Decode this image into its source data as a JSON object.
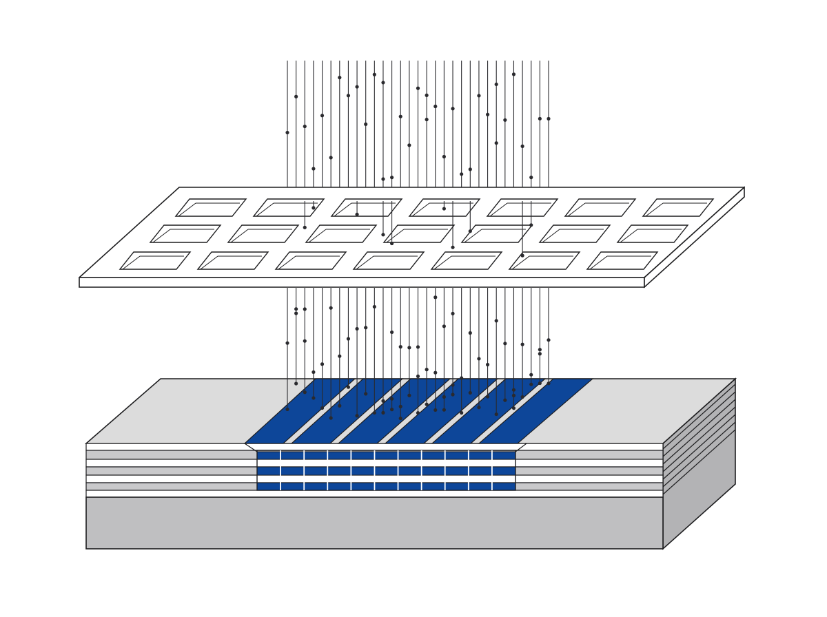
{
  "figure": {
    "kind": "illustration",
    "depicts": [
      "beam-lines",
      "aperture-mask",
      "layered-substrate",
      "patterned-stripes"
    ],
    "colors": {
      "background": "#ffffff",
      "outline": "#1d1d1f",
      "mask": "#ffffff",
      "substrate_top": "#dcdcdc",
      "substrate_front": "#bfbfc1",
      "substrate_side": "#b3b3b5",
      "layer_gray": "#c9c9cb",
      "layer_white": "#ffffff",
      "stripe_blue": "#0d4699",
      "beam": "#2a2a2e"
    },
    "counts": {
      "beam_lines": 31,
      "mask_aperture_rows": 3,
      "mask_aperture_columns": 7,
      "patterned_stripes": 6,
      "substrate_layers": 7
    }
  }
}
